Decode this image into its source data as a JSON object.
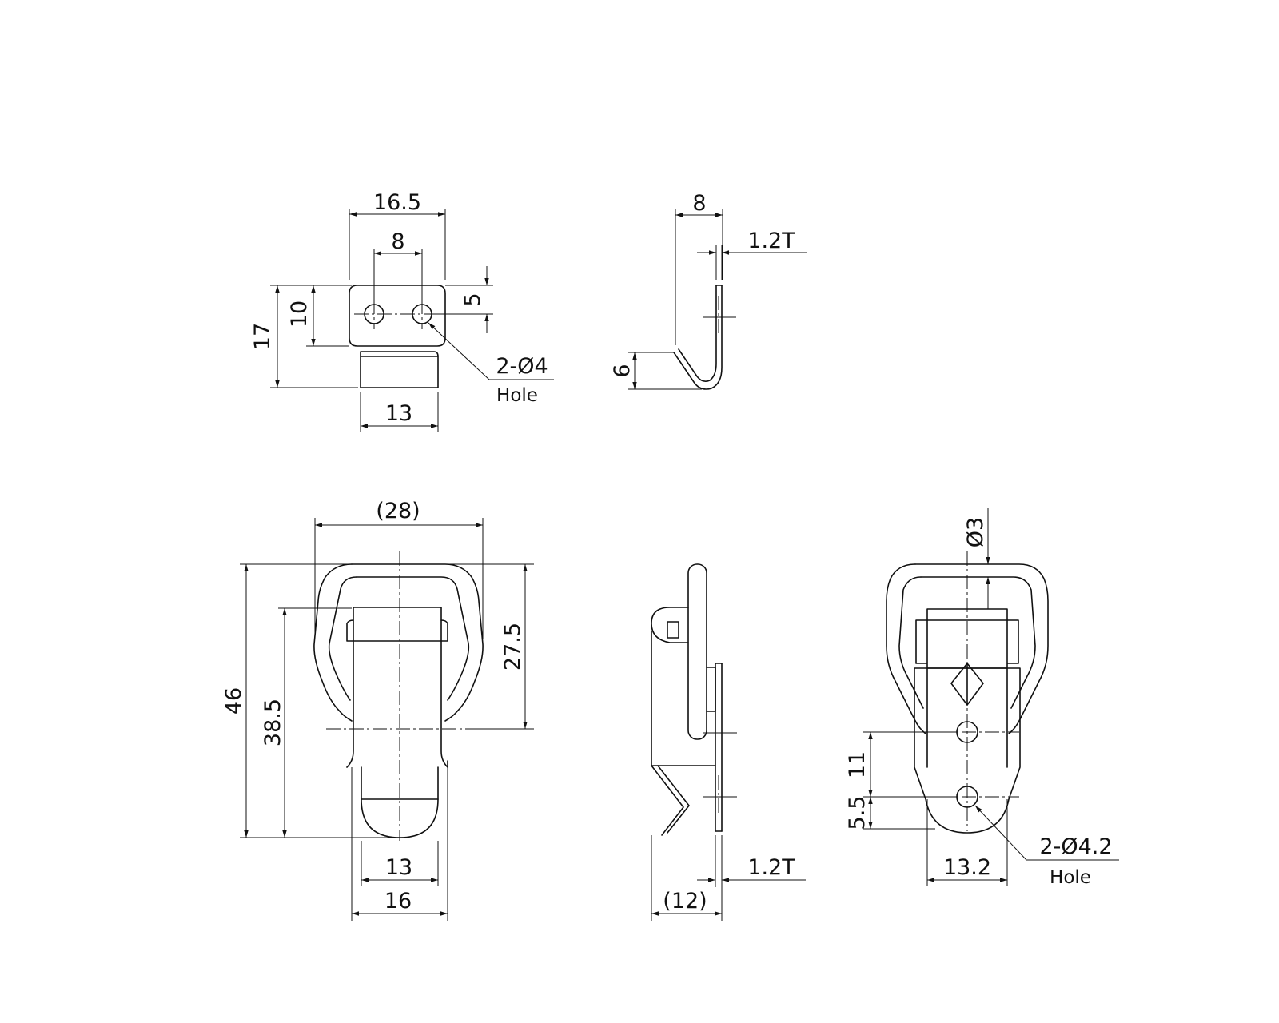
{
  "keeper": {
    "front": {
      "width_overall": "16.5",
      "hole_pitch": "8",
      "height_overall": "17",
      "plate_height": "10",
      "hole_offset": "5",
      "base_width": "13",
      "hole_callout": "2-Ø4",
      "hole_label": "Hole"
    },
    "side": {
      "depth": "8",
      "thickness": "1.2T",
      "hook_height": "6"
    }
  },
  "latch": {
    "front": {
      "width_overall": "(28)",
      "height_overall": "46",
      "hinge_to_tip": "38.5",
      "loop_height": "27.5",
      "tip_width": "13",
      "body_width": "16"
    },
    "side": {
      "depth": "(12)",
      "thickness": "1.2T"
    },
    "rear": {
      "pin_diameter": "Ø3",
      "hole_pitch": "11",
      "hole_to_end": "5.5",
      "width": "13.2",
      "hole_callout": "2-Ø4.2",
      "hole_label": "Hole"
    }
  }
}
